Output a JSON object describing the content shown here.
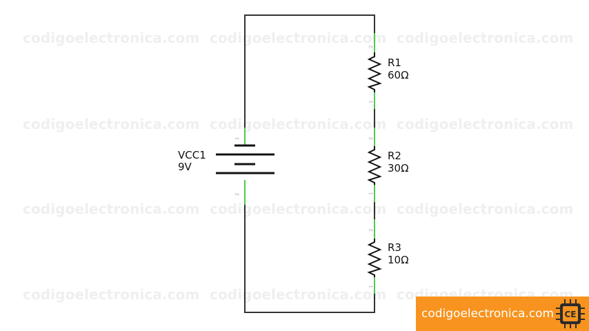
{
  "watermark_text": "codigoelectronica.com",
  "components": {
    "vcc": {
      "name": "VCC1",
      "value": "9V",
      "pins": [
        "1",
        "2"
      ]
    },
    "r1": {
      "name": "R1",
      "value": "60Ω",
      "pins": [
        "2",
        "1"
      ]
    },
    "r2": {
      "name": "R2",
      "value": "30Ω",
      "pins": [
        "2",
        "1"
      ]
    },
    "r3": {
      "name": "R3",
      "value": "10Ω",
      "pins": [
        "2",
        "1"
      ]
    }
  },
  "brand": {
    "text": "codigoelectronica.com",
    "logo_text": "CE"
  },
  "colors": {
    "wire": "#333333",
    "pin": "#4cc94c",
    "brand_bg": "#f7931e",
    "watermark": "#efefef"
  }
}
